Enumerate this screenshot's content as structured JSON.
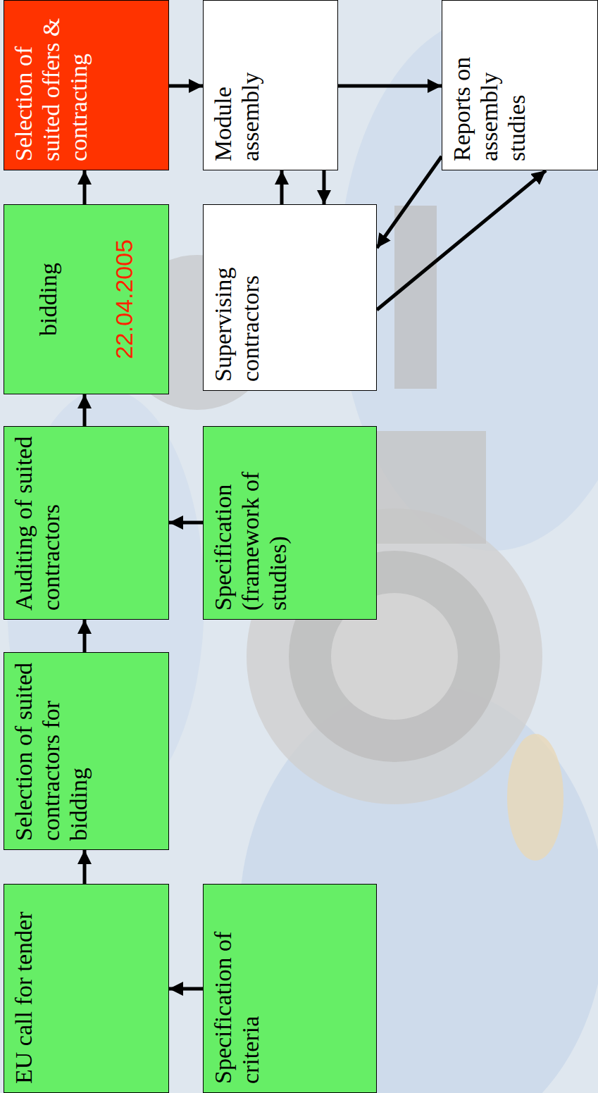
{
  "diagram": {
    "nodes": [
      {
        "text": [
          "EU call for tender"
        ]
      },
      {
        "text": [
          "Selection of suited contractors for bidding"
        ]
      },
      {
        "text": [
          "Auditing of suited contractors"
        ]
      },
      {
        "text": [
          "bidding",
          "22.04.2005"
        ]
      },
      {
        "text": [
          "Selection of suited offers & contracting"
        ]
      },
      {
        "text": [
          "Specification of criteria"
        ]
      },
      {
        "text": [
          "Specification (framework of studies)"
        ]
      },
      {
        "text": [
          "Supervising contractors"
        ]
      },
      {
        "text": [
          "Module assembly"
        ]
      },
      {
        "text": [
          "Reports on assembly studies"
        ]
      }
    ],
    "edges": [
      {
        "from": 5,
        "to": 0,
        "arrow": "to"
      },
      {
        "from": 0,
        "to": 1,
        "arrow": "to"
      },
      {
        "from": 1,
        "to": 2,
        "arrow": "to"
      },
      {
        "from": 6,
        "to": 2,
        "arrow": "to"
      },
      {
        "from": 2,
        "to": 3,
        "arrow": "to"
      },
      {
        "from": 3,
        "to": 4,
        "arrow": "to"
      },
      {
        "from": 4,
        "to": 8,
        "arrow": "to"
      },
      {
        "from": 7,
        "to": 8,
        "arrow": "to"
      },
      {
        "from": 8,
        "to": 7,
        "arrow": "to"
      },
      {
        "from": 8,
        "to": 9,
        "arrow": "to"
      },
      {
        "from": 9,
        "to": 7,
        "arrow": "to"
      },
      {
        "from": 7,
        "to": 9,
        "arrow": "to"
      }
    ]
  }
}
